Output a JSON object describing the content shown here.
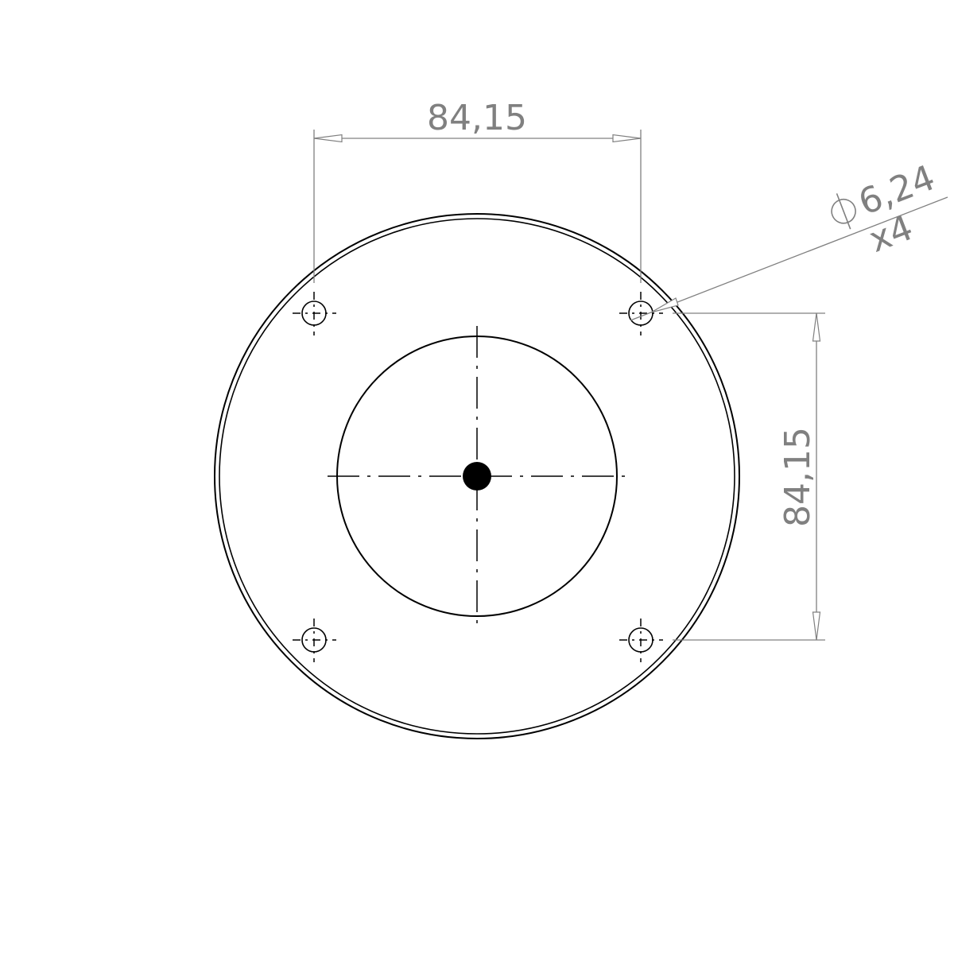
{
  "dimensions": {
    "horizontal_spacing": "84,15",
    "vertical_spacing": "84,15",
    "hole_diameter": "6,24",
    "hole_count": "x4"
  }
}
